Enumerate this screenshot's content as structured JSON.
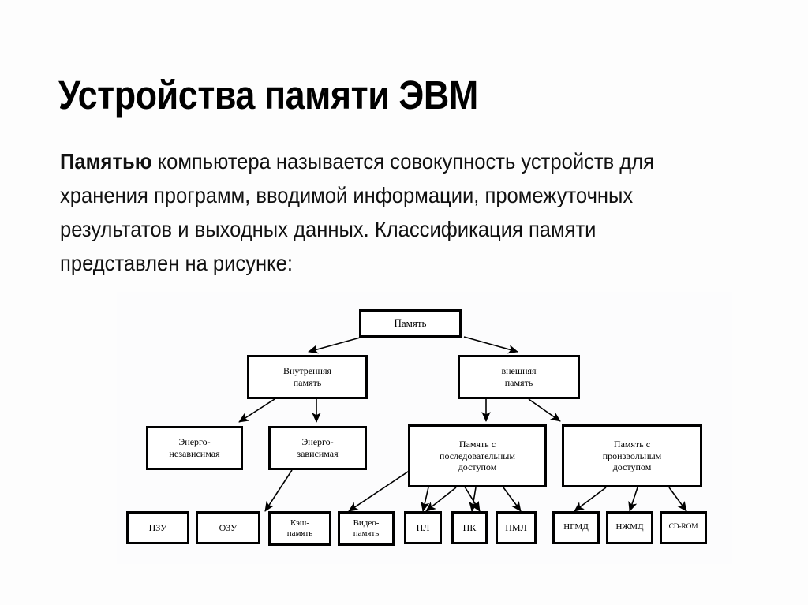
{
  "slide": {
    "title": "Устройства памяти ЭВМ",
    "body": {
      "lead": "Памятью",
      "rest": " компьютера называется совокупность устройств для хранения программ, вводимой информации, промежуточных результатов и выходных данных. Классификация памяти представлен на рисунке:"
    }
  },
  "diagram": {
    "type": "tree",
    "orientation": "top-down",
    "nodes": {
      "root": "Память",
      "internal": "Внутренняя\nпамять",
      "external": "внешняя\nпамять",
      "nonvolatile": "Энерго-\nнезависимая",
      "volatile": "Энерго-\nзависимая",
      "sequential": "Память с\nпоследовательным\nдоступом",
      "random": "Память с\nпроизвольным\nдоступом",
      "rom": "ПЗУ",
      "ram": "ОЗУ",
      "cache": "Кэш-\nпамять",
      "video": "Видео-\nпамять",
      "pl": "ПЛ",
      "pk": "ПК",
      "nml": "НМЛ",
      "ngmd": "НГМД",
      "nzhmd": "НЖМД",
      "cdrom": "CD-ROM"
    },
    "edges": [
      {
        "from": "root",
        "to": "internal"
      },
      {
        "from": "root",
        "to": "external"
      },
      {
        "from": "internal",
        "to": "nonvolatile"
      },
      {
        "from": "internal",
        "to": "volatile"
      },
      {
        "from": "external",
        "to": "sequential"
      },
      {
        "from": "external",
        "to": "random"
      },
      {
        "from": "nonvolatile",
        "to": "rom"
      },
      {
        "from": "volatile",
        "to": "ram"
      },
      {
        "from": "volatile",
        "to": "cache"
      },
      {
        "from": "volatile",
        "to": "video"
      },
      {
        "from": "sequential",
        "to": "pl"
      },
      {
        "from": "sequential",
        "to": "pk"
      },
      {
        "from": "sequential",
        "to": "nml"
      },
      {
        "from": "random",
        "to": "ngmd"
      },
      {
        "from": "random",
        "to": "nzhmd"
      },
      {
        "from": "random",
        "to": "cdrom"
      }
    ],
    "colors": {
      "stroke": "#000000",
      "node_fill": "#ffffff",
      "background": "#fcfcfd",
      "text": "#000000"
    }
  }
}
